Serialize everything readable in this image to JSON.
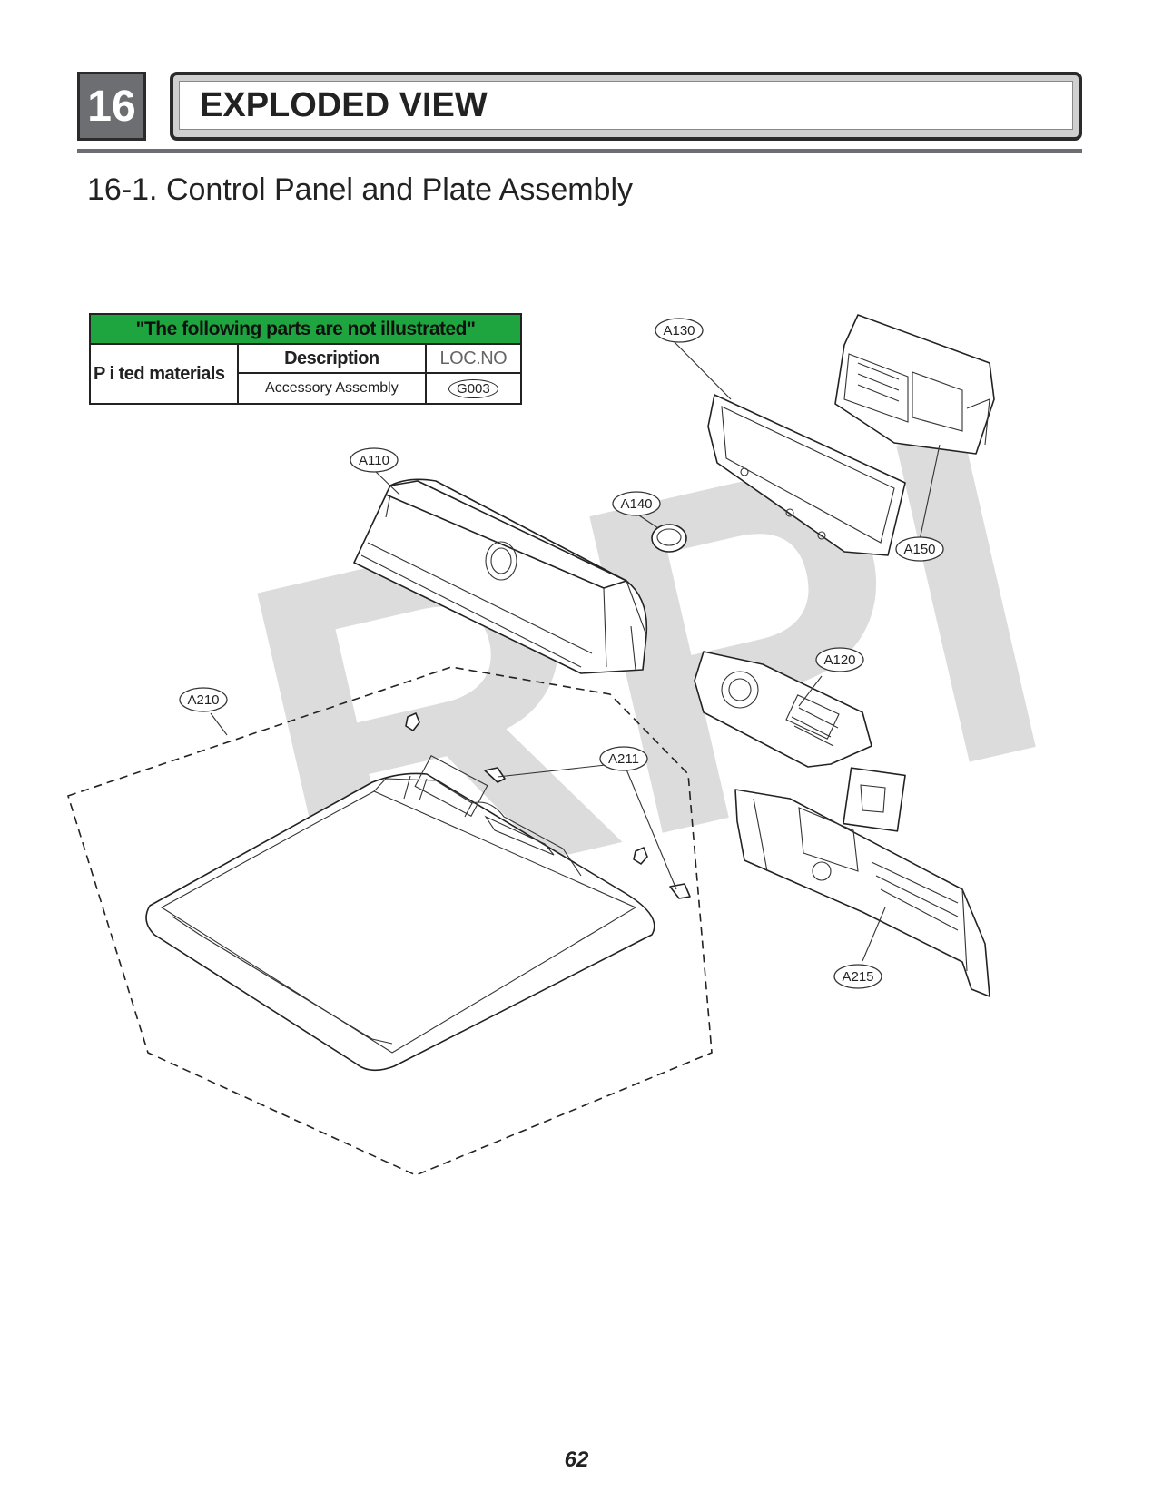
{
  "chapter": {
    "number": "16",
    "title": "EXPLODED VIEW"
  },
  "section": {
    "title": "16-1. Control Panel and Plate Assembly"
  },
  "not_illustrated": {
    "header": "\"The following parts are not illustrated\"",
    "row_label": "P i  ted materials",
    "col_description": "Description",
    "col_loc": "LOC.NO",
    "rows": [
      {
        "description": "Accessory Assembly",
        "loc": "G003"
      }
    ]
  },
  "callouts": {
    "a130": "A130",
    "a150": "A150",
    "a110": "A110",
    "a140": "A140",
    "a120": "A120",
    "a210": "A210",
    "a211": "A211",
    "a215": "A215"
  },
  "watermark": "RPI",
  "page_number": "62",
  "colors": {
    "table_header_green": "#1ea53f",
    "chapter_gray": "#6d6e71"
  }
}
